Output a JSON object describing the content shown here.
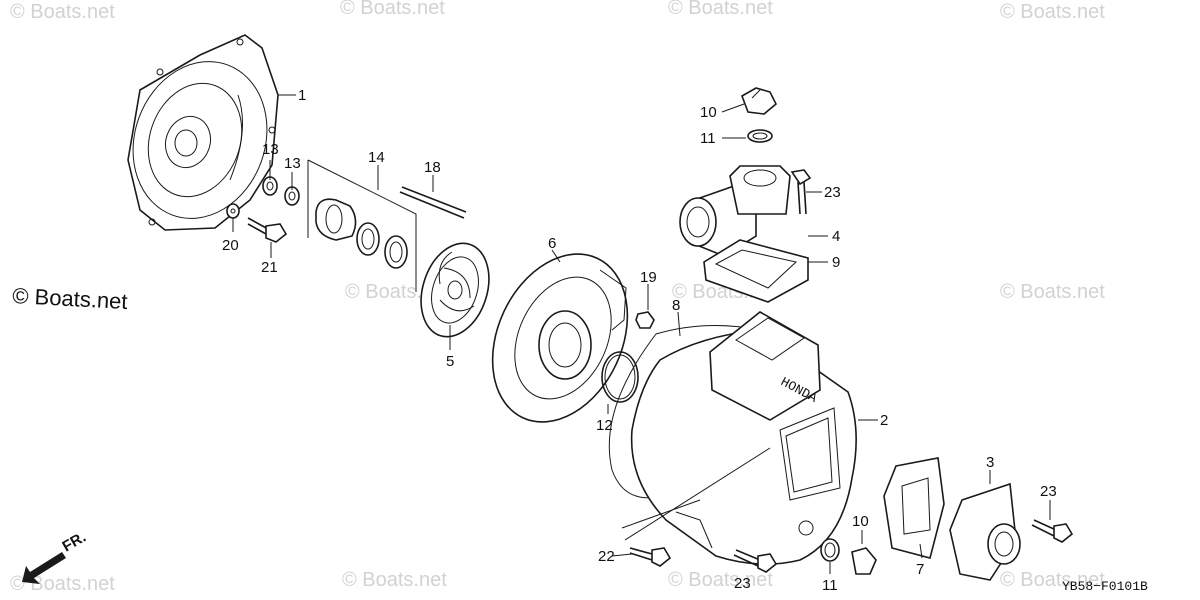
{
  "watermark": "© Boats.net",
  "brand_text": "HONDA",
  "diagram_code": "YB58−F0101B",
  "front_label": "FR.",
  "callouts": {
    "c1": "1",
    "c2": "2",
    "c3": "3",
    "c4": "4",
    "c5": "5",
    "c6": "6",
    "c7": "7",
    "c8": "8",
    "c9": "9",
    "c10a": "10",
    "c10b": "10",
    "c11a": "11",
    "c11b": "11",
    "c12": "12",
    "c13a": "13",
    "c13b": "13",
    "c14": "14",
    "c18": "18",
    "c19": "19",
    "c20": "20",
    "c21": "21",
    "c22": "22",
    "c23a": "23",
    "c23b": "23",
    "c23c": "23"
  }
}
